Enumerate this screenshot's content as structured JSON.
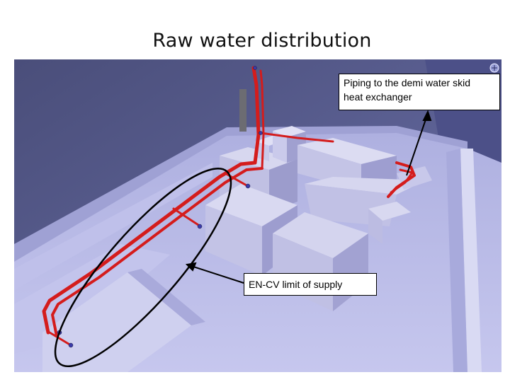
{
  "slide": {
    "title": "Raw water distribution"
  },
  "callouts": {
    "piping_line1": "Piping to the demi water skid",
    "piping_line2": "heat exchanger",
    "limit_of_supply": "EN-CV limit of supply"
  },
  "colors": {
    "background_sky": "#565a8a",
    "floor": "#b7b8e6",
    "blocks": "#c9c9e8",
    "pipe": "#d41c1c",
    "annotation": "#000000"
  },
  "icons": {
    "view_cube": "compass-icon"
  }
}
